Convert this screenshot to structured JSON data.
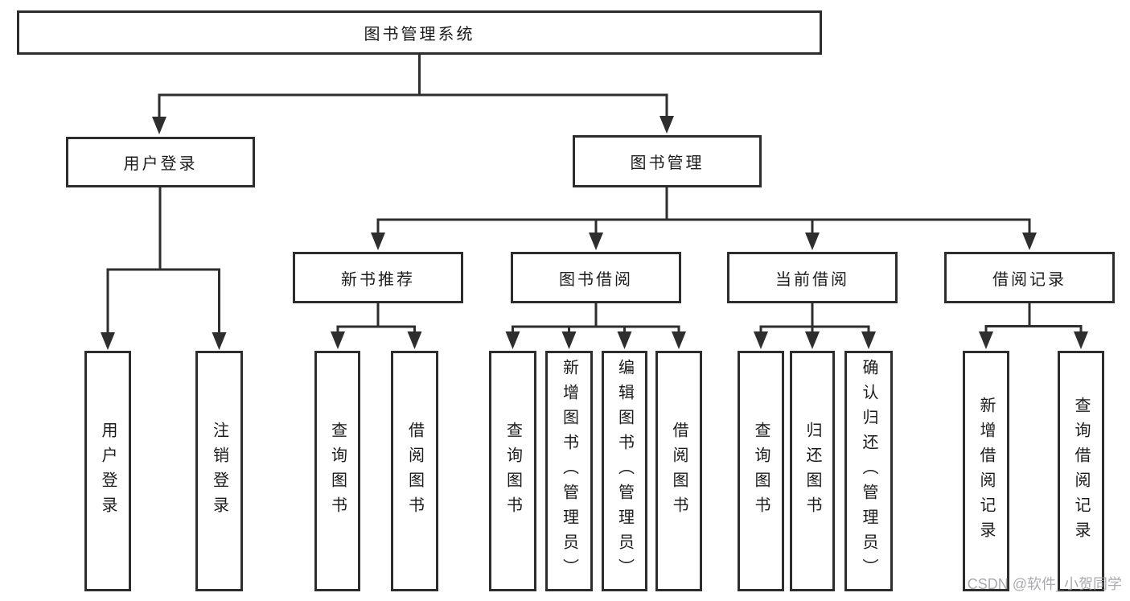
{
  "diagram": {
    "root": {
      "label": "图书管理系统"
    },
    "level2": [
      {
        "label": "用户登录",
        "parent": "图书管理系统"
      },
      {
        "label": "图书管理",
        "parent": "图书管理系统"
      }
    ],
    "level3": [
      {
        "label": "新书推荐",
        "parent": "图书管理"
      },
      {
        "label": "图书借阅",
        "parent": "图书管理"
      },
      {
        "label": "当前借阅",
        "parent": "图书管理"
      },
      {
        "label": "借阅记录",
        "parent": "图书管理"
      }
    ],
    "level4": [
      {
        "label": "用户登录",
        "parent": "用户登录"
      },
      {
        "label": "注销登录",
        "parent": "用户登录"
      },
      {
        "label": "查询图书",
        "parent": "新书推荐"
      },
      {
        "label": "借阅图书",
        "parent": "新书推荐"
      },
      {
        "label": "查询图书",
        "parent": "图书借阅"
      },
      {
        "label": "新增图书（管理员）",
        "parent": "图书借阅"
      },
      {
        "label": "编辑图书（管理员）",
        "parent": "图书借阅"
      },
      {
        "label": "借阅图书",
        "parent": "图书借阅"
      },
      {
        "label": "查询图书",
        "parent": "当前借阅"
      },
      {
        "label": "归还图书",
        "parent": "当前借阅"
      },
      {
        "label": "确认归还（管理员）",
        "parent": "当前借阅"
      },
      {
        "label": "新增借阅记录",
        "parent": "借阅记录"
      },
      {
        "label": "查询借阅记录",
        "parent": "借阅记录"
      }
    ],
    "watermark": "CSDN @软件_小贺同学",
    "colors": {
      "line": "#2e2e2e",
      "box_border": "#2d2d2d",
      "text": "#1b1b1b",
      "background": "#ffffff",
      "watermark": "#9c9ca0"
    }
  }
}
